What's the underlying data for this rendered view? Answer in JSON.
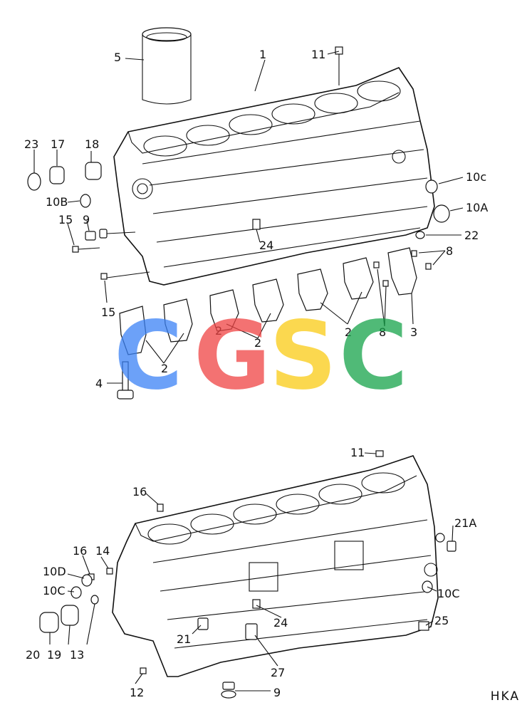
{
  "diagram": {
    "upper_labels": [
      "5",
      "1",
      "11",
      "23",
      "17",
      "18",
      "10c",
      "10A",
      "10B",
      "15",
      "9",
      "22",
      "24",
      "8",
      "15",
      "2",
      "2",
      "2",
      "8",
      "3",
      "2",
      "4"
    ],
    "lower_labels": [
      "11",
      "16",
      "21A",
      "16",
      "14",
      "10D",
      "10C",
      "10C",
      "24",
      "25",
      "21",
      "20",
      "19",
      "13",
      "27",
      "12",
      "9"
    ],
    "watermark": [
      "C",
      "G",
      "S",
      "C"
    ],
    "watermark_colors": [
      "#3b82f6",
      "#ef4444",
      "#facc15",
      "#16a34a"
    ],
    "drawing_code": "HKA"
  }
}
